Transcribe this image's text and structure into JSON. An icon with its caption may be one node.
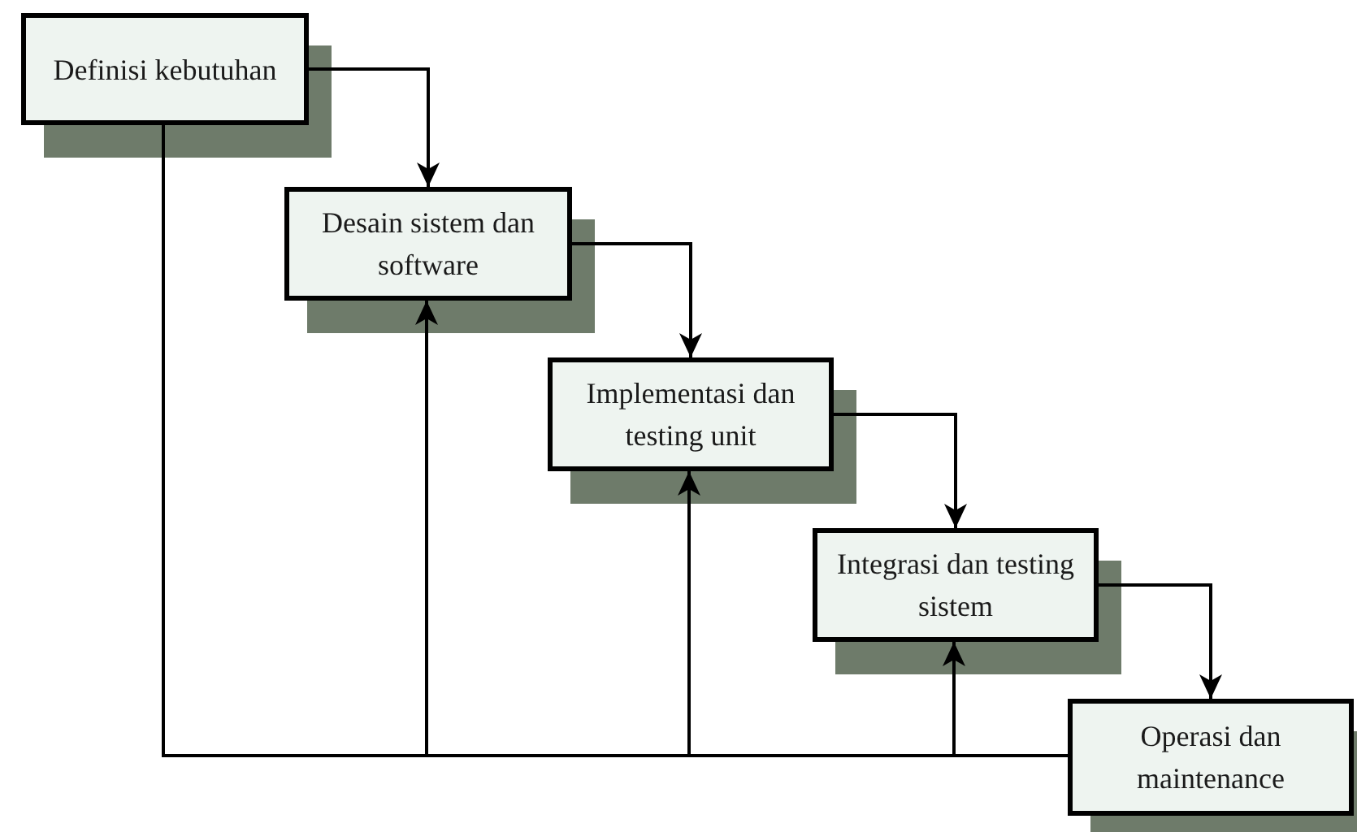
{
  "diagram": {
    "nodes": [
      {
        "text": [
          "Definisi kebutuhan"
        ]
      },
      {
        "text": [
          "Desain sistem dan software"
        ]
      },
      {
        "text": [
          "Implementasi dan testing unit"
        ]
      },
      {
        "text": [
          "Integrasi dan testing sistem"
        ]
      },
      {
        "text": [
          "Operasi dan maintenance"
        ]
      }
    ],
    "edges": [
      {
        "from": 0,
        "to": 1,
        "arrow": "to"
      },
      {
        "from": 1,
        "to": 2,
        "arrow": "to"
      },
      {
        "from": 2,
        "to": 3,
        "arrow": "to"
      },
      {
        "from": 3,
        "to": 4,
        "arrow": "to"
      },
      {
        "from": 4,
        "to": 0,
        "arrow": "none"
      },
      {
        "from": 4,
        "to": 1,
        "arrow": "to"
      },
      {
        "from": 4,
        "to": 2,
        "arrow": "to"
      },
      {
        "from": 4,
        "to": 3,
        "arrow": "to"
      }
    ]
  }
}
